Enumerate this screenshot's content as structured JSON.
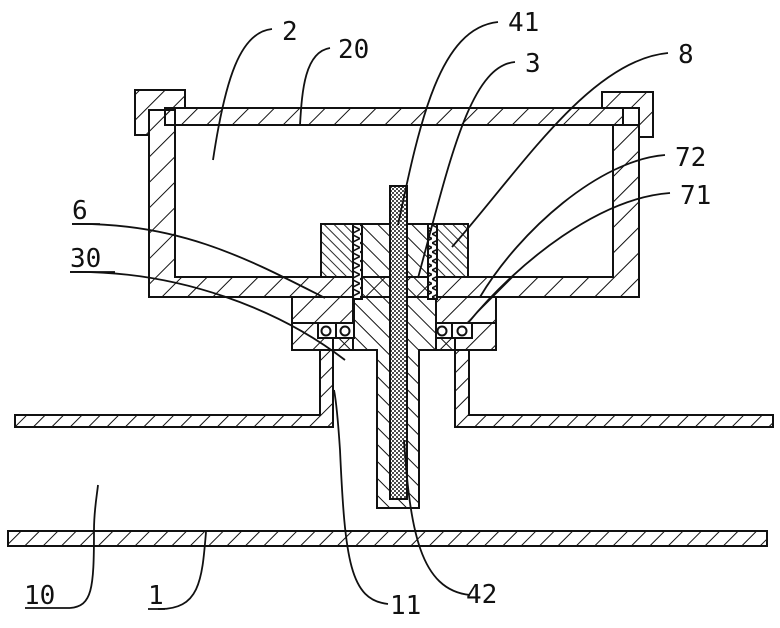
{
  "figure": {
    "type": "patent cross-section drawing",
    "colors": {
      "line": "#111111",
      "background": "#ffffff"
    }
  },
  "labels": [
    {
      "id": "2",
      "text": "2",
      "component": "box-cavity",
      "underlined": false
    },
    {
      "id": "20",
      "text": "20",
      "component": "box-lid",
      "underlined": false
    },
    {
      "id": "41",
      "text": "41",
      "component": "upper-core",
      "underlined": false
    },
    {
      "id": "3",
      "text": "3",
      "component": "rod",
      "underlined": false
    },
    {
      "id": "8",
      "text": "8",
      "component": "nut",
      "underlined": false
    },
    {
      "id": "72",
      "text": "72",
      "component": "right-collar-top",
      "underlined": false
    },
    {
      "id": "71",
      "text": "71",
      "component": "right-collar-seal",
      "underlined": false
    },
    {
      "id": "6",
      "text": "6",
      "component": "left-collar",
      "underlined": true
    },
    {
      "id": "30",
      "text": "30",
      "component": "rod-flange",
      "underlined": true
    },
    {
      "id": "10",
      "text": "10",
      "component": "pipe-channel",
      "underlined": true
    },
    {
      "id": "1",
      "text": "1",
      "component": "pipe-wall",
      "underlined": true
    },
    {
      "id": "11",
      "text": "11",
      "component": "branch-neck",
      "underlined": false
    },
    {
      "id": "42",
      "text": "42",
      "component": "lower-core",
      "underlined": false
    }
  ]
}
